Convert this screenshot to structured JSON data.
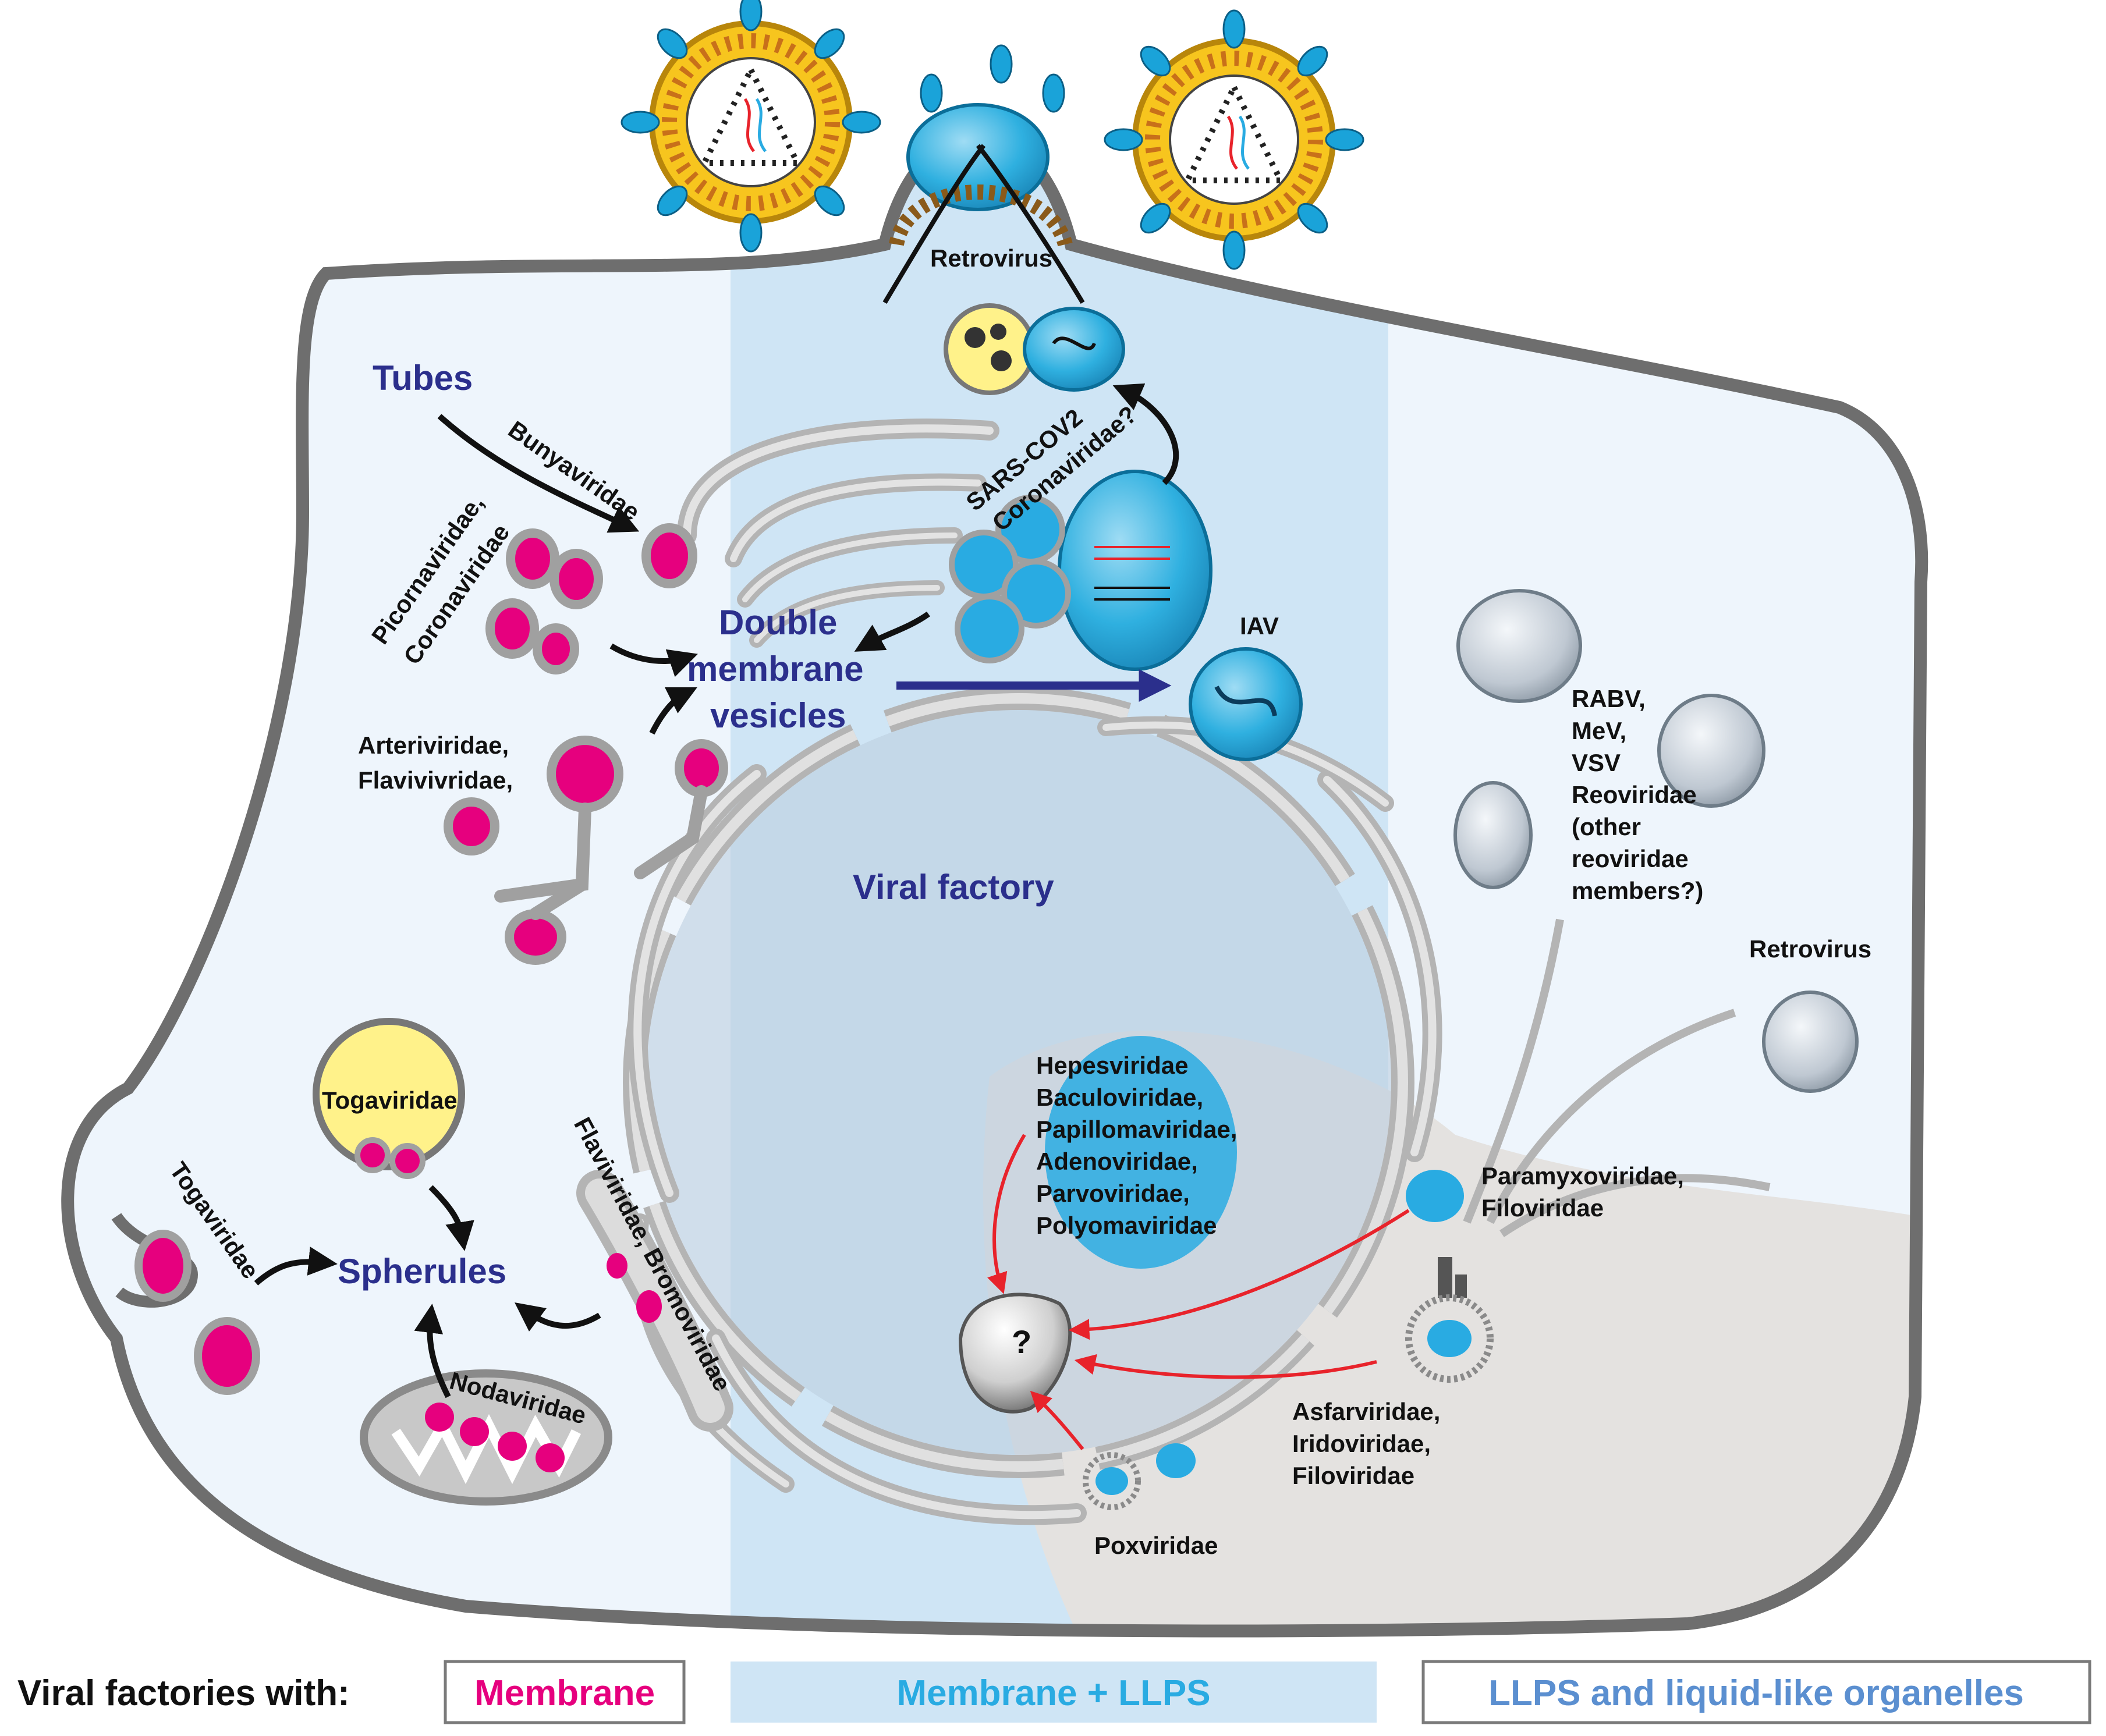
{
  "colors": {
    "membrane": "#e6007e",
    "membrane_llps": "#29abe2",
    "llps": "#5b8fd0",
    "category_text": "#2b2f8c",
    "cell_outline": "#6e6e6e",
    "cytoplasm": "#eaf3fb",
    "red_arrow": "#e8232b"
  },
  "labels": {
    "retrovirus_top": "Retrovirus",
    "tubes": "Tubes",
    "bunyaviridae": "Bunyaviridae",
    "sars_cov2": "SARS-COV2",
    "coronaviridae_q": "Coronaviridae?",
    "picornaviridae": "Picornaviridae,",
    "coronaviridae": "Coronaviridae",
    "double": "Double",
    "membrane_word": "membrane",
    "vesicles": "vesicles",
    "iav": "IAV",
    "arteriviridae": "Arteriviridae,",
    "flavivividae": "Flavivivridae,",
    "viral_factory": "Viral factory",
    "rabv_group": [
      "RABV,",
      "MeV,",
      "VSV",
      "Reoviridae",
      "(other",
      "reoviridae",
      "members?)"
    ],
    "retrovirus_right": "Retrovirus",
    "hepesviridae_group": [
      "Hepesviridae",
      "Baculoviridae,",
      "Papillomaviridae,",
      "Adenoviridae,",
      "Parvoviridae,",
      "Polyomaviridae"
    ],
    "togaviridae_vesicle": "Togaviridae",
    "togaviridae_side": "Togaviridae",
    "spherules": "Spherules",
    "flaviviridae_bromoviridae": "Flaviviridae, Bromoviridae",
    "nodaviridae": "Nodaviridae",
    "question": "?",
    "paramyxoviridae": "Paramyxoviridae,",
    "filoviridae_a": "Filoviridae",
    "asfarviridae_group": [
      "Asfarviridae,",
      "Iridoviridae,",
      "Filoviridae"
    ],
    "poxviridae": "Poxviridae"
  },
  "legend": {
    "title": "Viral factories with:",
    "items": [
      {
        "label": "Membrane",
        "color": "#e6007e"
      },
      {
        "label": "Membrane + LLPS",
        "color": "#29abe2"
      },
      {
        "label": "LLPS and liquid-like organelles",
        "color": "#5b8fd0"
      }
    ]
  }
}
